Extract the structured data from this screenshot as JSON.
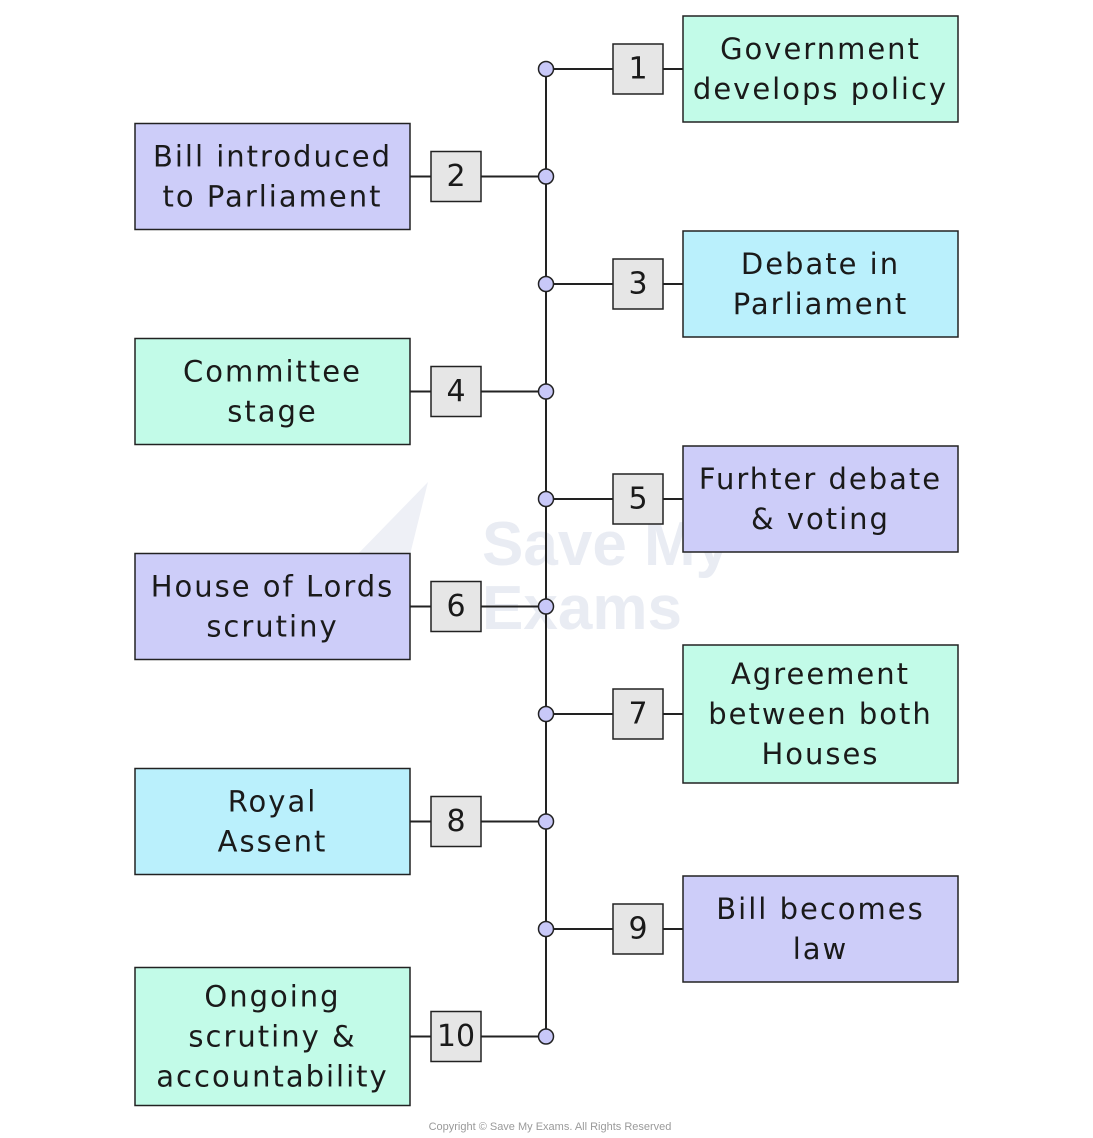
{
  "steps": [
    {
      "number": "1",
      "lines": [
        "Government",
        "develops policy"
      ],
      "fill": "#c2fbe8"
    },
    {
      "number": "2",
      "lines": [
        "Bill introduced",
        "to Parliament"
      ],
      "fill": "#cdcdf9"
    },
    {
      "number": "3",
      "lines": [
        "Debate in",
        "Parliament"
      ],
      "fill": "#baf0fc"
    },
    {
      "number": "4",
      "lines": [
        "Committee",
        "stage"
      ],
      "fill": "#c2fbe8"
    },
    {
      "number": "5",
      "lines": [
        "Furhter debate",
        "& voting"
      ],
      "fill": "#cdcdf9"
    },
    {
      "number": "6",
      "lines": [
        "House of Lords",
        "scrutiny"
      ],
      "fill": "#cdcdf9"
    },
    {
      "number": "7",
      "lines": [
        "Agreement",
        "between both",
        "Houses"
      ],
      "fill": "#c2fbe8"
    },
    {
      "number": "8",
      "lines": [
        "Royal",
        "Assent"
      ],
      "fill": "#baf0fc"
    },
    {
      "number": "9",
      "lines": [
        "Bill becomes",
        "law"
      ],
      "fill": "#cdcdf9"
    },
    {
      "number": "10",
      "lines": [
        "Ongoing",
        "scrutiny &",
        "accountability"
      ],
      "fill": "#c2fbe8"
    }
  ],
  "colors": {
    "stroke": "#222222",
    "node_fill": "#c8c8f8",
    "number_box_fill": "#e6e6e6"
  },
  "watermark": {
    "lines": [
      "Save My",
      "Exams"
    ]
  },
  "footer": {
    "copyright": "Copyright © Save My Exams. All Rights Reserved"
  }
}
